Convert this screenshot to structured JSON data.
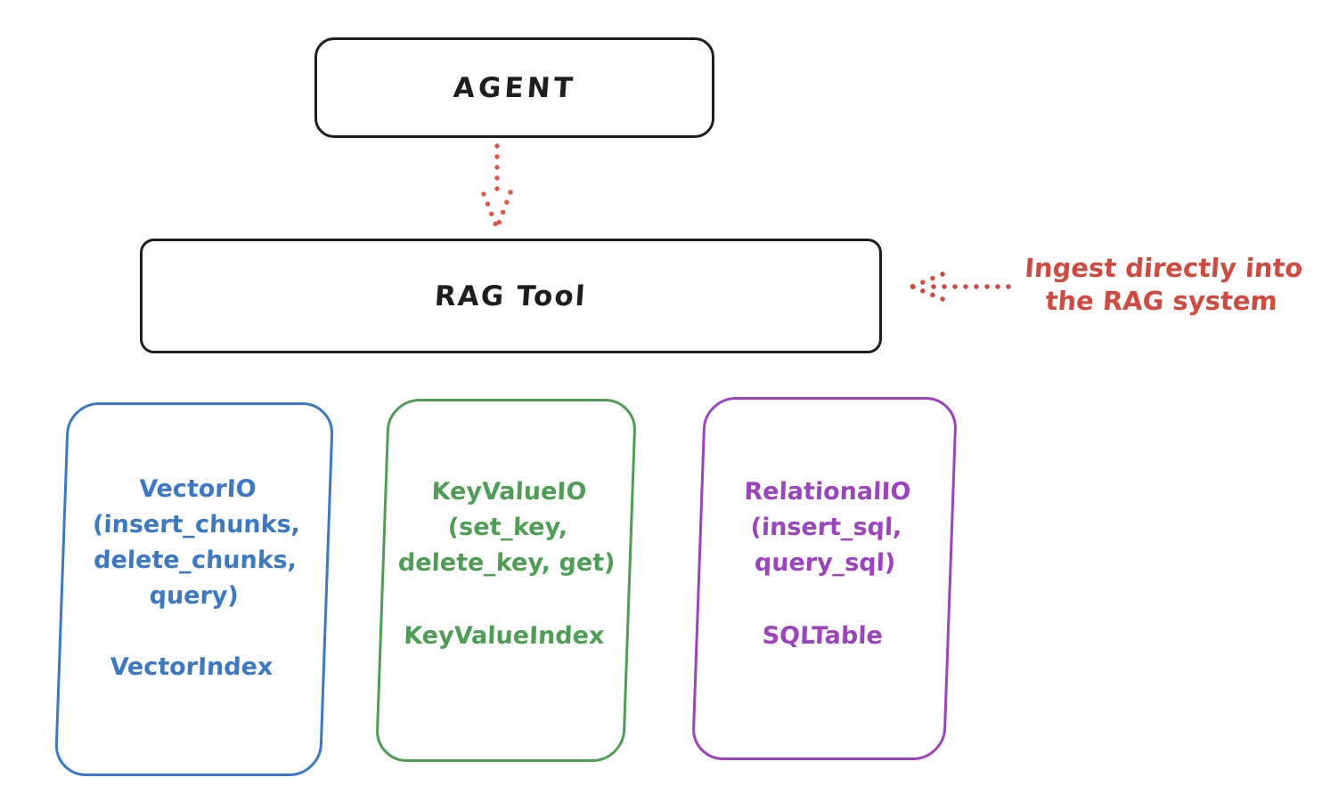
{
  "diagram": {
    "background": "#ffffff",
    "ink_color": "#1e1e1e",
    "agent": {
      "label": "AGENT"
    },
    "rag_tool": {
      "label": "RAG Tool"
    },
    "flow_arrow": {
      "description": "dotted arrow from AGENT down to RAG Tool",
      "color": "#e0574d"
    },
    "annotation": {
      "line1": "Ingest directly into",
      "line2": "the RAG system",
      "color": "#d14a3f",
      "arrow_description": "dotted arrow pointing left at RAG Tool"
    },
    "stores": [
      {
        "name": "vector-io",
        "color": "#3b79c6",
        "lines": [
          "VectorIO",
          "(insert_chunks,",
          "delete_chunks,",
          "query)"
        ],
        "index_label": "VectorIndex"
      },
      {
        "name": "key-value-io",
        "color": "#4f9e55",
        "lines": [
          "KeyValueIO",
          "(set_key,",
          "delete_key, get)"
        ],
        "index_label": "KeyValueIndex"
      },
      {
        "name": "relational-io",
        "color": "#9c43c0",
        "lines": [
          "RelationalIO",
          "(insert_sql,",
          "query_sql)"
        ],
        "index_label": "SQLTable"
      }
    ]
  }
}
